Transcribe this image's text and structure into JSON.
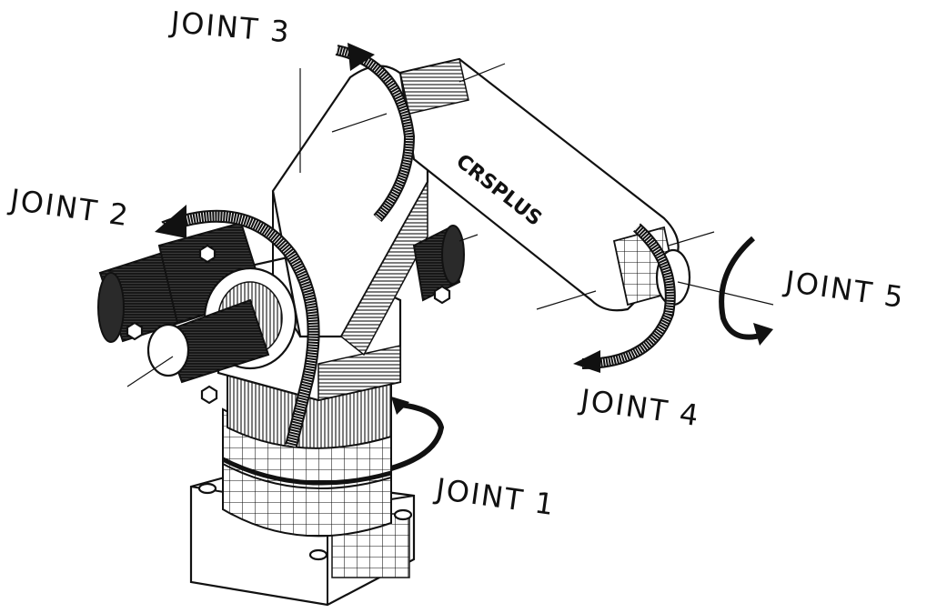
{
  "labels": {
    "joint1": "JOINT 1",
    "joint2": "JOINT 2",
    "joint3": "JOINT 3",
    "joint4": "JOINT 4",
    "joint5": "JOINT 5"
  },
  "brand": "CRSPLUS",
  "colors": {
    "ink": "#111111",
    "paper": "#ffffff"
  }
}
